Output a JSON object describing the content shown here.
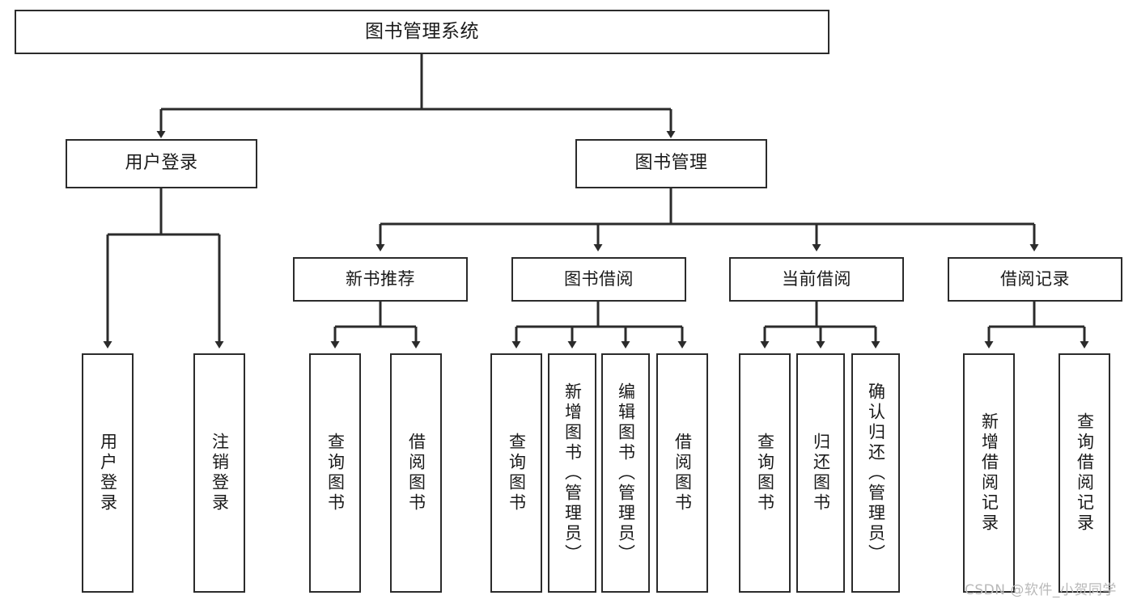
{
  "diagram": {
    "type": "tree-hierarchy-functional-decomposition",
    "title": "图书管理系统",
    "orientation": "top-down",
    "line_color": "#2b2b2b",
    "box_fill": "#ffffff",
    "text_color": "#1a1a1a",
    "nodes": {
      "root": {
        "id": "root",
        "label": "图书管理系统",
        "level": 0
      },
      "level1": [
        {
          "id": "user-login",
          "label": "用户登录",
          "level": 1
        },
        {
          "id": "book-manage",
          "label": "图书管理",
          "level": 1
        }
      ],
      "level2": [
        {
          "id": "new-book-recommend",
          "label": "新书推荐",
          "level": 2,
          "parent": "book-manage"
        },
        {
          "id": "book-borrow",
          "label": "图书借阅",
          "level": 2,
          "parent": "book-manage"
        },
        {
          "id": "current-borrow",
          "label": "当前借阅",
          "level": 2,
          "parent": "book-manage"
        },
        {
          "id": "borrow-record",
          "label": "借阅记录",
          "level": 2,
          "parent": "book-manage"
        }
      ],
      "leaves": [
        {
          "id": "leaf-user-login",
          "label": "用户登录",
          "parent": "user-login"
        },
        {
          "id": "leaf-user-logout",
          "label": "注销登录",
          "parent": "user-login"
        },
        {
          "id": "leaf-query-book-rec",
          "label": "查询图书",
          "parent": "new-book-recommend"
        },
        {
          "id": "leaf-borrow-book-rec",
          "label": "借阅图书",
          "parent": "new-book-recommend"
        },
        {
          "id": "leaf-query-book-bor",
          "label": "查询图书",
          "parent": "book-borrow"
        },
        {
          "id": "leaf-add-book-admin",
          "label": "新增图书（管理员）",
          "parent": "book-borrow"
        },
        {
          "id": "leaf-edit-book-admin",
          "label": "编辑图书（管理员）",
          "parent": "book-borrow"
        },
        {
          "id": "leaf-borrow-book-bor",
          "label": "借阅图书",
          "parent": "book-borrow"
        },
        {
          "id": "leaf-query-book-cur",
          "label": "查询图书",
          "parent": "current-borrow"
        },
        {
          "id": "leaf-return-book",
          "label": "归还图书",
          "parent": "current-borrow"
        },
        {
          "id": "leaf-confirm-return-admin",
          "label": "确认归还（管理员）",
          "parent": "current-borrow"
        },
        {
          "id": "leaf-add-borrow-record",
          "label": "新增借阅记录",
          "parent": "borrow-record"
        },
        {
          "id": "leaf-query-borrow-record",
          "label": "查询借阅记录",
          "parent": "borrow-record"
        }
      ]
    }
  },
  "watermark": {
    "text": "CSDN @软件_小贺同学",
    "color": "#b9b9b9"
  }
}
